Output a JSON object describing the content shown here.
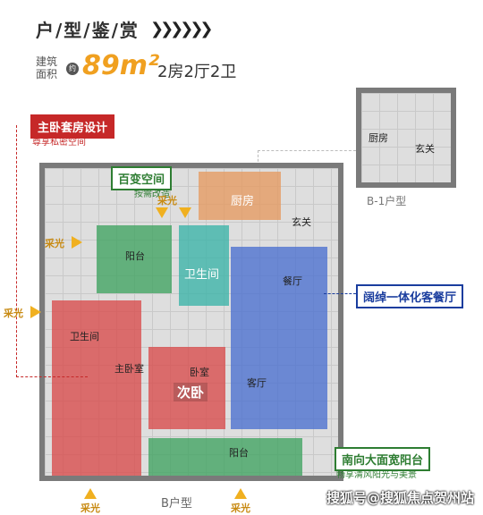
{
  "header": {
    "title": "户/型/鉴/赏",
    "chevrons": "❯❯❯❯❯❯",
    "area_label": "建筑面积",
    "approx": "约",
    "area_value": "89m²",
    "rooms": "2房2厅2卫"
  },
  "rooms": {
    "kitchen": "厨房",
    "entrance": "玄关",
    "balcony_small": "阳台",
    "bathroom": "卫生间",
    "dining": "餐厅",
    "master_bath": "卫生间",
    "master_bedroom": "主卧室",
    "bedroom": "卧室",
    "second_bedroom": "次卧",
    "living": "客厅",
    "balcony_south": "阳台"
  },
  "inset": {
    "kitchen": "厨房",
    "entrance": "玄关",
    "type": "B-1户型"
  },
  "callouts": {
    "master": "主卧套房设计",
    "master_sub": "尊享私密空间",
    "flex": "百变空间",
    "flex_sub": "按需改造",
    "living": "阔绰一体化客餐厅",
    "balcony": "南向大面宽阳台",
    "balcony_sub": "畅享清风阳光与美景"
  },
  "light_label": "采光",
  "footer": {
    "type": "B户型",
    "watermark": "搜狐号@搜狐焦点贺州站"
  },
  "colors": {
    "accent": "#f0a020",
    "red": "#c62828",
    "green": "#2e7d32",
    "blue": "#1a3d9e"
  }
}
